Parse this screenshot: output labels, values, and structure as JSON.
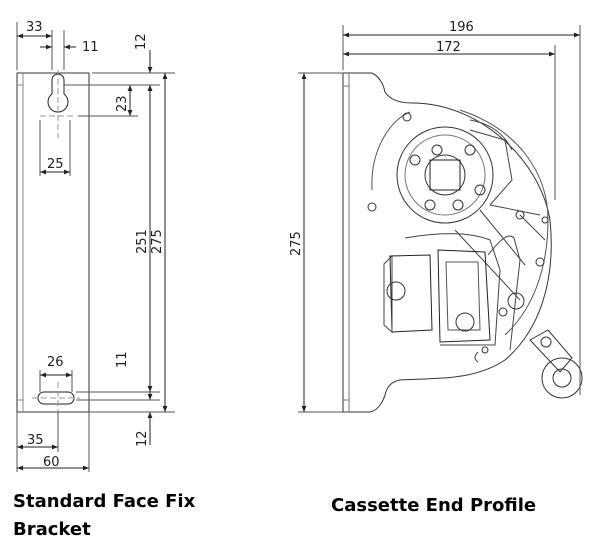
{
  "bracket": {
    "caption": "Standard Face Fix Bracket",
    "dims": {
      "d33": "33",
      "d11_top": "11",
      "d12_top": "12",
      "d23": "23",
      "d25": "25",
      "d251": "251",
      "d275": "275",
      "d26": "26",
      "d11_bottom": "11",
      "d35": "35",
      "d60": "60",
      "d12_bottom": "12"
    }
  },
  "cassette": {
    "caption": "Cassette End Profile",
    "dims": {
      "d196": "196",
      "d172": "172",
      "d275": "275"
    }
  }
}
